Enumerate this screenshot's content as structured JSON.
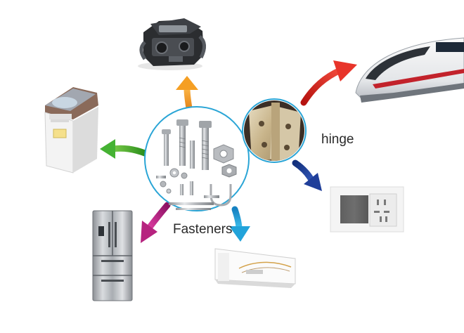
{
  "labels": {
    "fasteners": "Fasteners",
    "hinge": "hinge"
  },
  "arrows": [
    {
      "target": "engine",
      "color": "#f39a1c"
    },
    {
      "target": "train",
      "color": "#e2261d"
    },
    {
      "target": "washing-machine",
      "color": "#3fae2a"
    },
    {
      "target": "wall-socket",
      "color": "#1f3f9a"
    },
    {
      "target": "refrigerator",
      "color": "#b3217f"
    },
    {
      "target": "air-conditioner",
      "color": "#1fa0d8"
    }
  ],
  "icons": {
    "engine": "car-engine-icon",
    "train": "high-speed-train-icon",
    "washing_machine": "washing-machine-icon",
    "refrigerator": "refrigerator-icon",
    "air_conditioner": "air-conditioner-icon",
    "socket": "wall-socket-icon",
    "fasteners": "fasteners-icon",
    "hinge": "hinge-icon"
  },
  "colors": {
    "circle_border": "#2aa5d6",
    "steel": "#b9bcc0"
  }
}
